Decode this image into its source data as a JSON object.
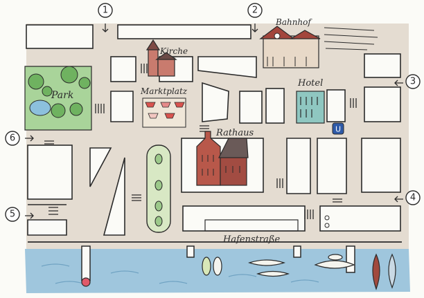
{
  "map": {
    "places": {
      "kirche": "Kirche",
      "marktplatz": "Marktplatz",
      "bahnhof": "Bahnhof",
      "hotel": "Hotel",
      "rathaus": "Rathaus",
      "park": "Park"
    },
    "streets": {
      "hafenstrasse": "Hafenstraße"
    },
    "subway_letter": "U"
  },
  "markers": [
    "1",
    "2",
    "3",
    "4",
    "5",
    "6"
  ],
  "colors": {
    "ground": "#e4dcd1",
    "water": "#9fc6dd",
    "park": "#a9d49a",
    "town_hall": "#b8584a",
    "hotel": "#8fc7c1",
    "subway": "#2e5aa8"
  },
  "icons": [
    "church-icon",
    "market-stalls-icon",
    "train-station-icon",
    "hotel-icon",
    "town-hall-icon",
    "subway-icon",
    "boat-icon",
    "buoy-icon",
    "tree-icons"
  ]
}
